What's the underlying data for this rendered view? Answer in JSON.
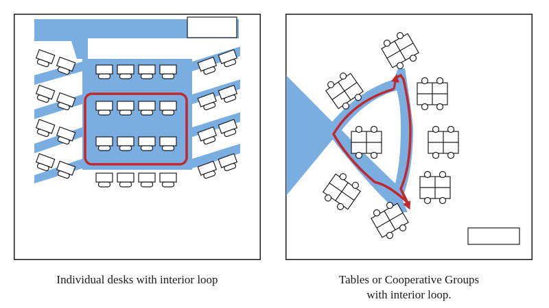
{
  "left_diagram": {
    "caption": "Individual desks with interior loop"
  },
  "right_diagram": {
    "caption_line1": "Tables or Cooperative Groups",
    "caption_line2": "with interior loop."
  },
  "colors": {
    "aisle": "#7aaee0",
    "loop": "#c0282e",
    "outline": "#1a1a1a",
    "background": "#ffffff"
  }
}
